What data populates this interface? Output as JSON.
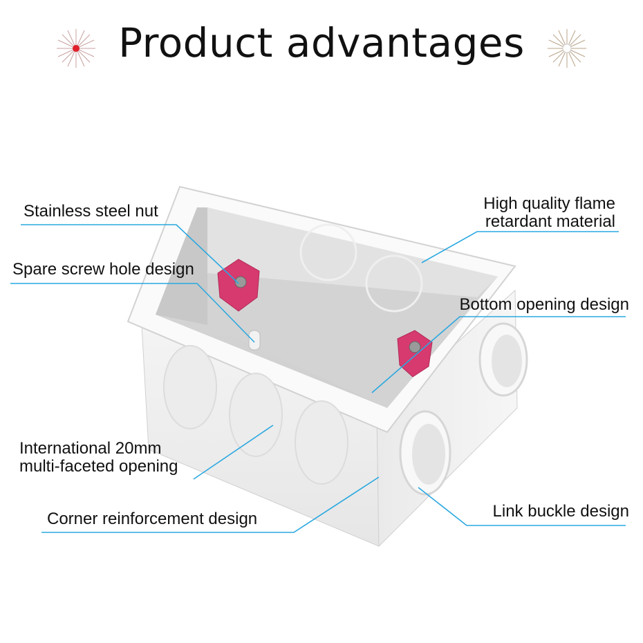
{
  "title": "Product advantages",
  "accent": "#29a8e0",
  "nut_color": "#d63a6e",
  "decor": {
    "left_icon": "starburst-red-icon",
    "right_icon": "starburst-white-icon"
  },
  "callouts": {
    "stainless": "Stainless steel nut",
    "spare": "Spare screw hole design",
    "flame_1": "High quality flame",
    "flame_2": "retardant material",
    "bottom": "Bottom opening design",
    "intl_1": "International 20mm",
    "intl_2": "multi-faceted opening",
    "corner": "Corner reinforcement design",
    "link": "Link buckle design"
  }
}
